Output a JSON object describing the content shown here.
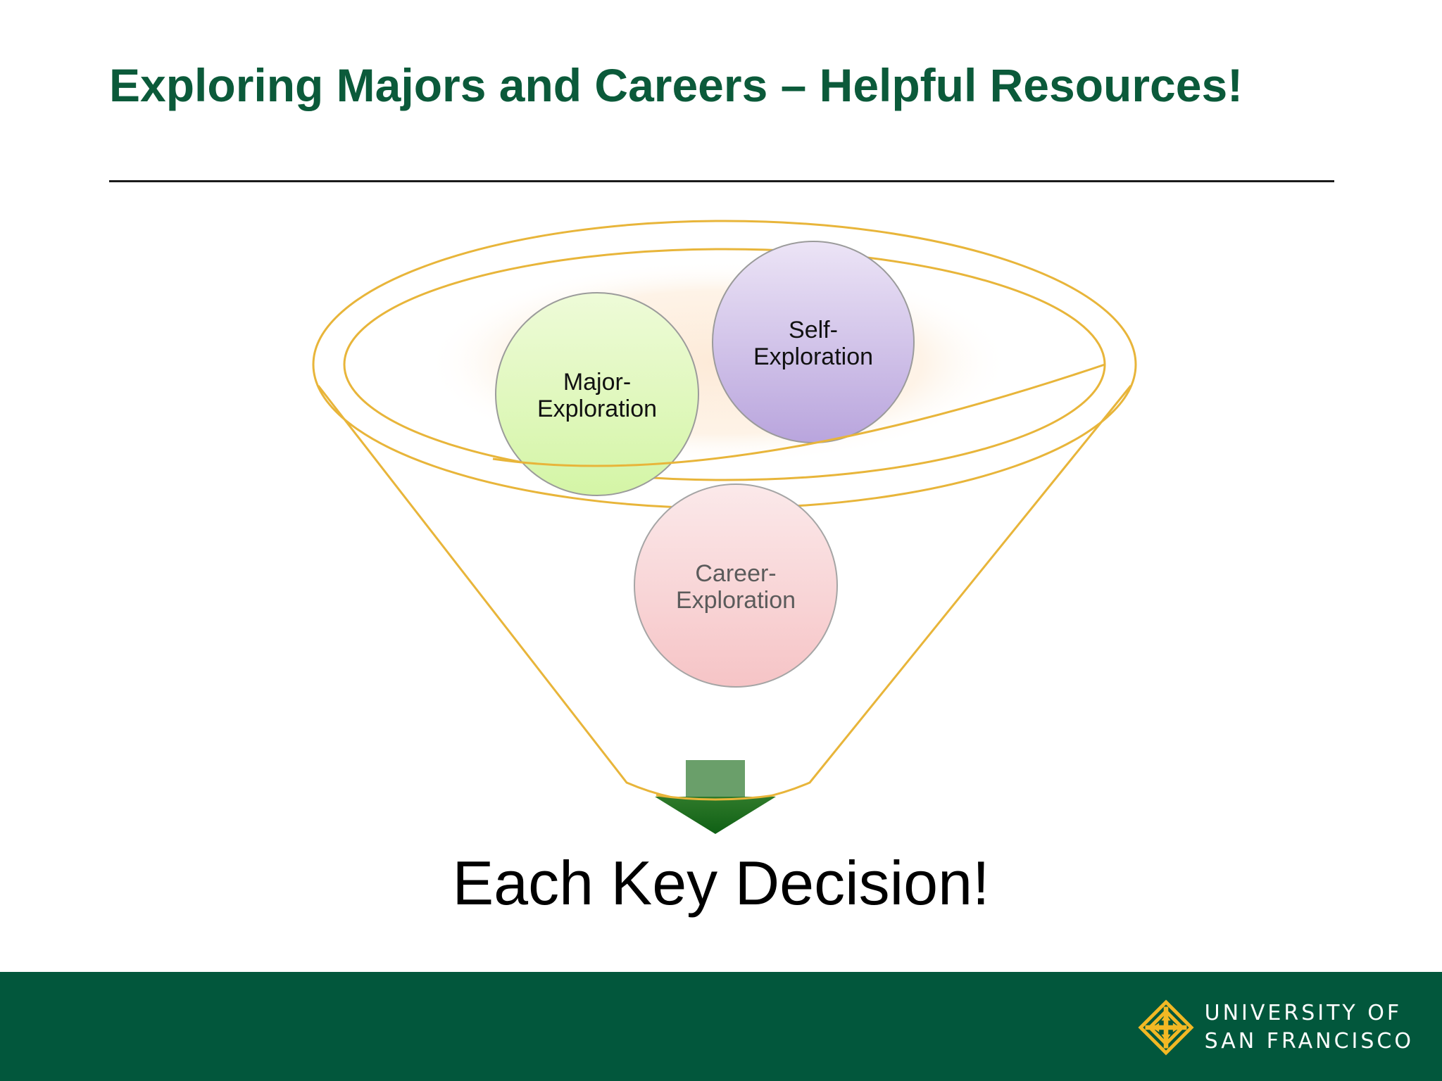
{
  "slide": {
    "title": "Exploring Majors and Careers – Helpful Resources!",
    "conclusion": "Each Key Decision!"
  },
  "diagram": {
    "bubbles": [
      {
        "id": "major",
        "line1": "Major-",
        "line2": "Exploration",
        "fill_top": "#eefbd8",
        "fill_bottom": "#d4f5a6",
        "text_color": "#111111"
      },
      {
        "id": "self",
        "line1": "Self-",
        "line2": "Exploration",
        "fill_top": "#ece4f6",
        "fill_bottom": "#b9a5dd",
        "text_color": "#111111"
      },
      {
        "id": "career",
        "line1": "Career-",
        "line2": "Exploration",
        "fill_top": "#fbe9ea",
        "fill_bottom": "#f6c4c6",
        "text_color": "#5b5b5b"
      }
    ],
    "funnel_color": "#e8b53a",
    "arrow_color": "#6a9f6a",
    "arrow_head_color": "#0f6015"
  },
  "footer": {
    "background": "#02573c",
    "logo_line1": "UNIVERSITY OF",
    "logo_line2": "SAN FRANCISCO",
    "logo_accent": "#f2b824"
  },
  "colors": {
    "title": "#0b5a3a"
  }
}
